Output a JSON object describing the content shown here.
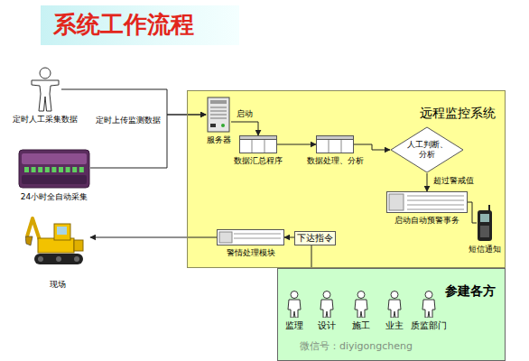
{
  "diagram": {
    "title": "系统工作流程",
    "nodes": [
      {
        "text": [
          "远程监控系统"
        ]
      },
      {
        "text": [
          "定时人工采集数据"
        ]
      },
      {
        "text": [
          "24小时全自动采集"
        ]
      },
      {
        "text": [
          "现场"
        ]
      },
      {
        "text": [
          "服务器"
        ],
        "in": 0
      },
      {
        "text": [
          "数据汇总程序"
        ],
        "in": 0
      },
      {
        "text": [
          "数据处理、分析"
        ],
        "in": 0
      },
      {
        "text": [
          "人工判断、分析"
        ],
        "in": 0
      },
      {
        "text": [
          "启动自动预警事务"
        ],
        "in": 0
      },
      {
        "text": [
          "短信通知"
        ],
        "in": 0
      },
      {
        "text": [
          "警情处理模块"
        ],
        "in": 0
      },
      {
        "text": [
          "参建各方"
        ]
      },
      {
        "text": [
          "监理"
        ],
        "in": 11
      },
      {
        "text": [
          "设计"
        ],
        "in": 11
      },
      {
        "text": [
          "施工"
        ],
        "in": 11
      },
      {
        "text": [
          "业主"
        ],
        "in": 11
      },
      {
        "text": [
          "质监部门"
        ],
        "in": 11
      }
    ],
    "edges": [
      {
        "from": 1,
        "to": 4,
        "arrow": "to",
        "label": "定时上传监测数据"
      },
      {
        "from": 2,
        "to": 4,
        "arrow": "to"
      },
      {
        "from": 4,
        "to": 5,
        "arrow": "to",
        "label": "启动"
      },
      {
        "from": 5,
        "to": 6,
        "arrow": "to"
      },
      {
        "from": 6,
        "to": 7,
        "arrow": "to"
      },
      {
        "from": 7,
        "to": 8,
        "arrow": "to",
        "label": "超过警戒值"
      },
      {
        "from": 8,
        "to": 9,
        "arrow": "none"
      },
      {
        "from": 11,
        "to": 10,
        "arrow": "to",
        "label": "下达指令"
      },
      {
        "from": 10,
        "to": 3,
        "arrow": "to"
      }
    ],
    "labels": [
      "微信号：diyigongcheng"
    ]
  }
}
